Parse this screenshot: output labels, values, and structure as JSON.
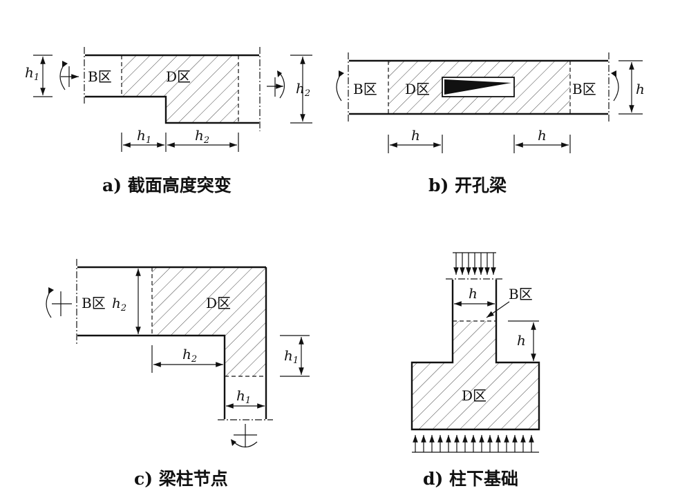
{
  "panels": {
    "a": {
      "caption": "a) 截面高度突变",
      "region_b": "B区",
      "region_d": "D区",
      "dims": {
        "h1": "h",
        "h1_sub": "1",
        "h2": "h",
        "h2_sub": "2"
      }
    },
    "b": {
      "caption": "b) 开孔梁",
      "region_b_left": "B区",
      "region_d": "D区",
      "region_b_right": "B区",
      "dims": {
        "h": "h"
      }
    },
    "c": {
      "caption": "c) 梁柱节点",
      "region_b": "B区",
      "region_d": "D区",
      "dims": {
        "h1": "h",
        "h1_sub": "1",
        "h2": "h",
        "h2_sub": "2"
      }
    },
    "d": {
      "caption": "d) 柱下基础",
      "region_b": "B区",
      "region_d": "D区",
      "dims": {
        "h": "h"
      }
    }
  }
}
